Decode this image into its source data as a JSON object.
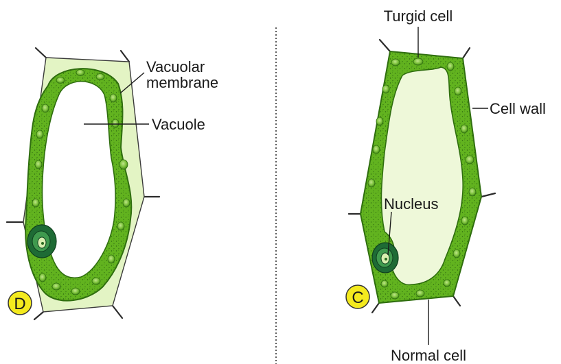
{
  "panel_d": {
    "badge": "D",
    "labels": {
      "vacuolar_membrane_line1": "Vacuolar",
      "vacuolar_membrane_line2": "membrane",
      "vacuole": "Vacuole"
    }
  },
  "panel_c": {
    "badge": "C",
    "labels": {
      "turgid_cell": "Turgid cell",
      "cell_wall": "Cell wall",
      "nucleus": "Nucleus",
      "normal_cell": "Normal cell"
    }
  },
  "colors": {
    "wall_fill": "#e3f4c4",
    "cytoplasm": "#62b31f",
    "cytoplasm_edge": "#2f6e0f",
    "vacuole_fill_c": "#eef8d9",
    "nucleus_dark": "#1e6b35",
    "badge_fill": "#f4ea1e",
    "divider": "#333333"
  }
}
